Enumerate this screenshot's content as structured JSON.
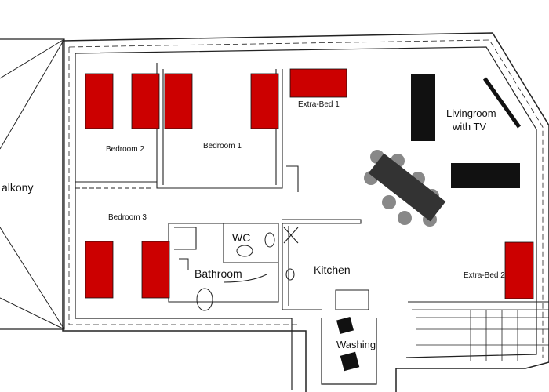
{
  "rooms": {
    "balcony": "alkony",
    "bedroom1": "Bedroom 1",
    "bedroom2": "Bedroom 2",
    "bedroom3": "Bedroom 3",
    "extra_bed1": "Extra-Bed 1",
    "extra_bed2": "Extra-Bed 2",
    "livingroom_line1": "Livingroom",
    "livingroom_line2": "with TV",
    "wc": "WC",
    "bathroom": "Bathroom",
    "kitchen": "Kitchen",
    "washing": "Washing"
  },
  "colors": {
    "bed": "#cc0000",
    "sofa": "#111111",
    "table": "#333333",
    "chair": "#888888",
    "wall": "#222222"
  }
}
